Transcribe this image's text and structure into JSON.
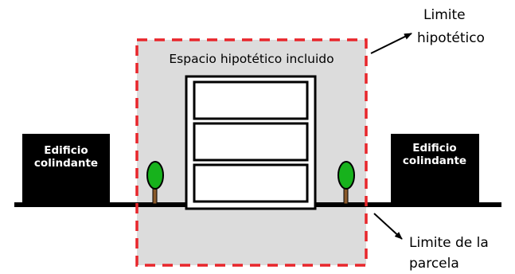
{
  "labels": {
    "limit_hypothetical_line1": "Limite",
    "limit_hypothetical_line2": "hipotético",
    "included_space": "Espacio hipotético incluido",
    "plot_limit_line1": "Limite de la",
    "plot_limit_line2": "parcela",
    "left_building_line1": "Edificio",
    "left_building_line2": "colindante",
    "right_building_line1": "Edificio",
    "right_building_line2": "colindante"
  },
  "colors": {
    "boundary_dash": "#e8262b",
    "included_area_fill": "#dcdcdc",
    "building": "#000000",
    "tree_canopy": "#17b21c",
    "tree_trunk": "#8a5a2b",
    "building_label": "#ffffff"
  }
}
